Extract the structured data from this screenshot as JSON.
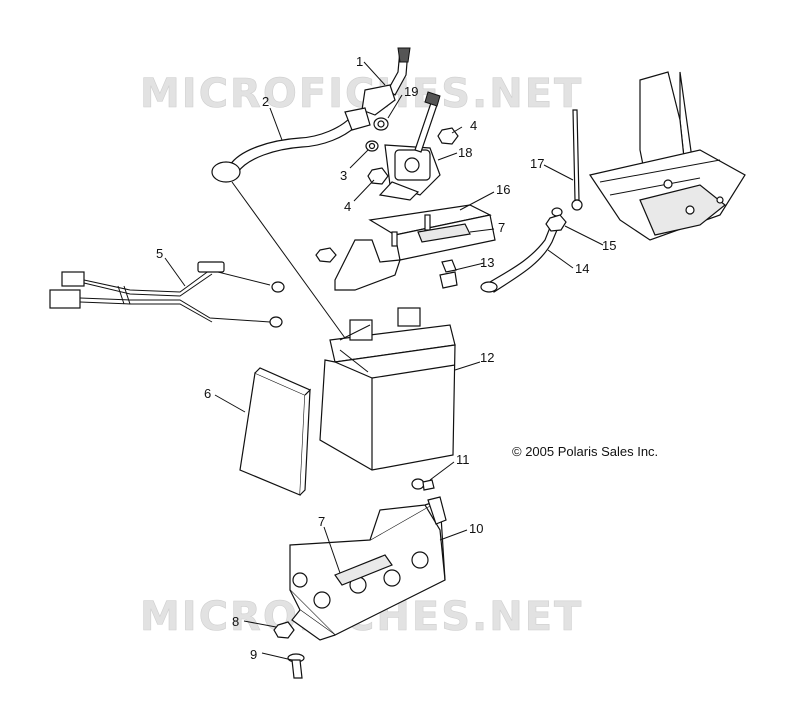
{
  "watermark_text": "MICROFICHES.NET",
  "copyright": "© 2005 Polaris Sales Inc.",
  "callouts": {
    "c1": "1",
    "c2": "2",
    "c3": "3",
    "c4a": "4",
    "c4b": "4",
    "c5": "5",
    "c6": "6",
    "c7a": "7",
    "c7b": "7",
    "c8": "8",
    "c9": "9",
    "c10": "10",
    "c11": "11",
    "c12": "12",
    "c13": "13",
    "c14": "14",
    "c15": "15",
    "c16": "16",
    "c17": "17",
    "c18": "18",
    "c19": "19"
  }
}
